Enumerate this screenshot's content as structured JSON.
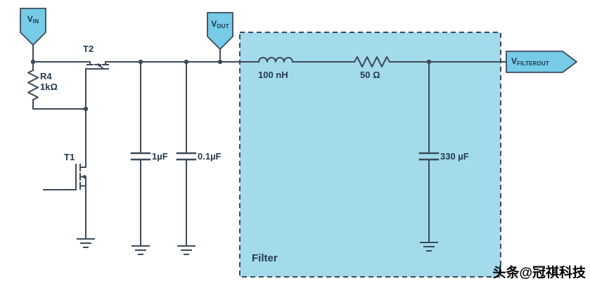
{
  "flags": {
    "vin": {
      "base": "V",
      "sub": "IN"
    },
    "vout": {
      "base": "V",
      "sub": "OUT"
    },
    "vfilterout": {
      "base": "V",
      "sub": "FILTEROUT"
    }
  },
  "components": {
    "t2": {
      "label": "T2"
    },
    "t1": {
      "label": "T1"
    },
    "r4": {
      "label": "R4",
      "value": "1kΩ"
    },
    "c1": {
      "value": "1µF"
    },
    "c2": {
      "value": "0.1µF"
    },
    "l1": {
      "value": "100 nH"
    },
    "r_filter": {
      "value": "50 Ω"
    },
    "c_filter": {
      "value": "330 µF"
    }
  },
  "filter": {
    "label": "Filter"
  },
  "watermark": {
    "text": "头条@冠祺科技"
  },
  "colors": {
    "wire": "#3d4a59",
    "label_text": "#253a4e",
    "flag_fill": "#76cbe6",
    "filter_fill": "#a3daec",
    "filter_border": "#3d4a59",
    "watermark_text": "#000000"
  }
}
